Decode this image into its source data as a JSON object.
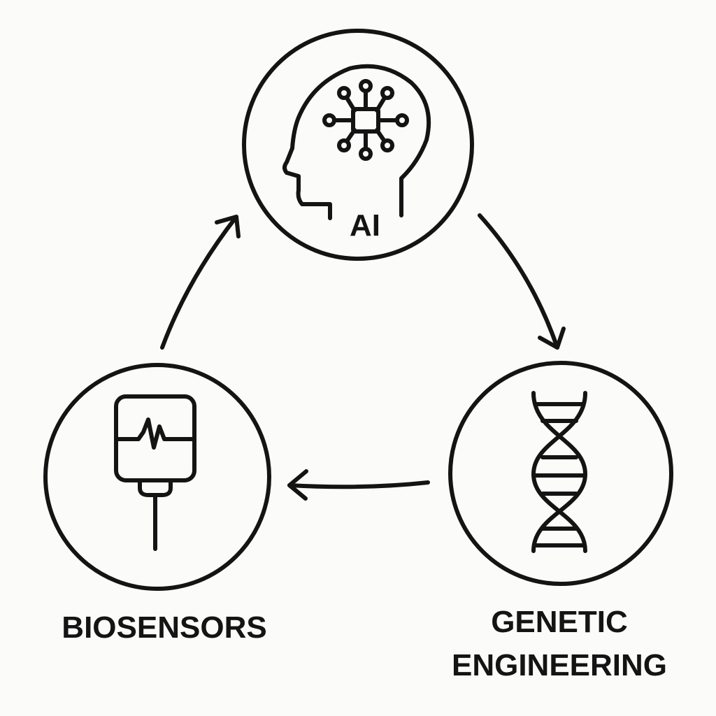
{
  "nodes": {
    "ai": {
      "label": "AI"
    },
    "biosensors": {
      "label": "BIOSENSORS"
    },
    "genetic": {
      "line1": "GENETIC",
      "line2": "ENGINEERING"
    }
  },
  "colors": {
    "ink": "#141414",
    "background": "#fbfbf9"
  },
  "icons": {
    "ai": "head-chip-icon",
    "biosensors": "biosensor-monitor-icon",
    "genetic": "dna-helix-icon"
  }
}
